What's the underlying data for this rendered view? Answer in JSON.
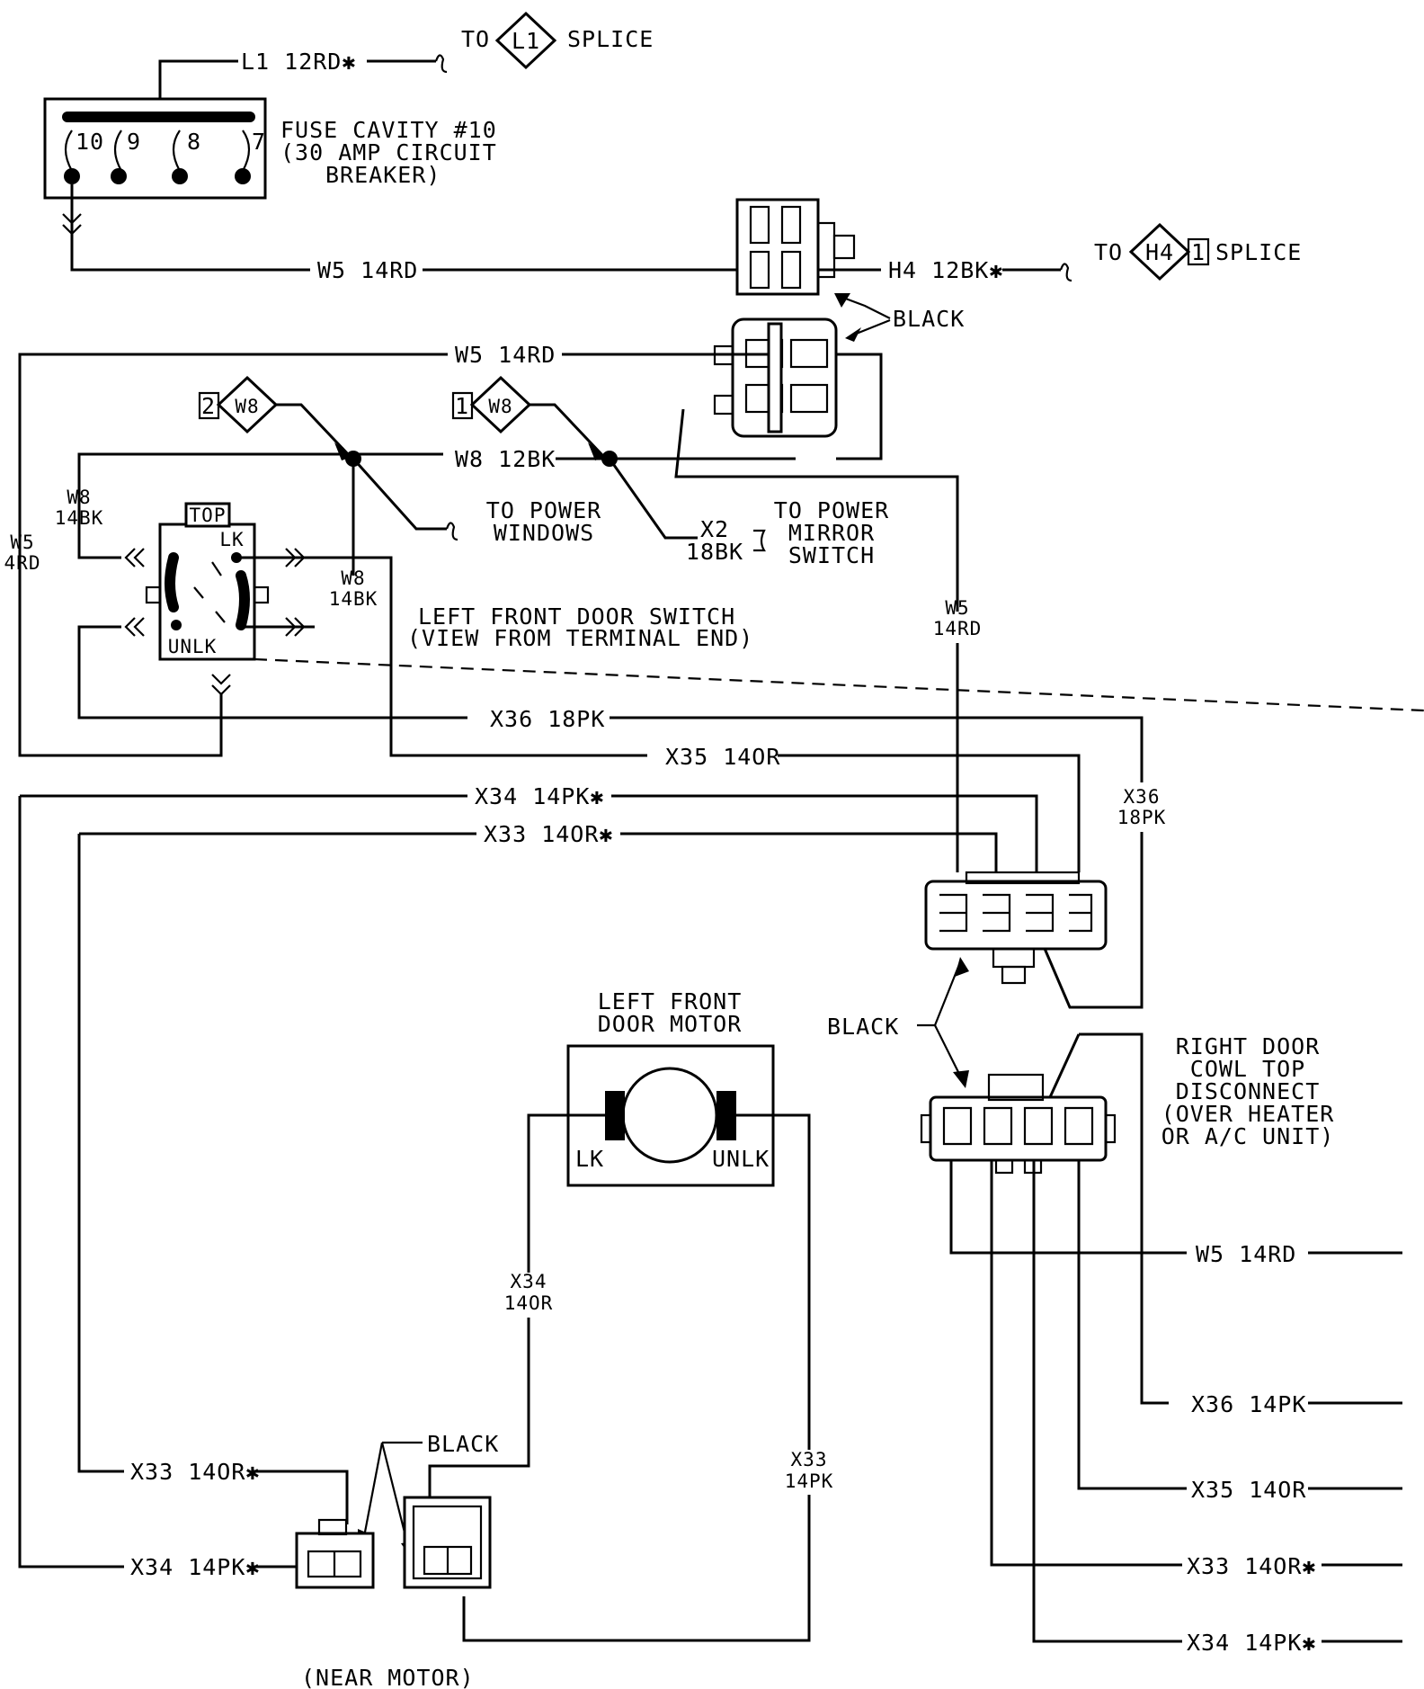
{
  "top": {
    "l1_wire": "L1 12RD✱",
    "l1_to": "TO",
    "l1_badge": "L1",
    "l1_splice": "SPLICE",
    "fuse_line1": "FUSE CAVITY #10",
    "fuse_line2": "(30 AMP CIRCUIT",
    "fuse_line3": "BREAKER)",
    "fuse_10": "10",
    "fuse_9": "9",
    "fuse_8": "8",
    "fuse_7": "7",
    "w5_top": "W5 14RD",
    "h4_wire": "H4 12BK✱",
    "h4_to": "TO",
    "h4_badge": "H4",
    "h4_badge_num": "1",
    "h4_splice": "SPLICE",
    "black_top": "BLACK",
    "w5_second": "W5 14RD"
  },
  "grounds": {
    "g2_num": "2",
    "g2_label": "W8",
    "g1_num": "1",
    "g1_label": "W8",
    "w8_main": "W8 12BK",
    "power_windows_1": "TO POWER",
    "power_windows_2": "WINDOWS",
    "x2_1": "X2",
    "x2_2": "18BK",
    "mirror_1": "TO POWER",
    "mirror_2": "MIRROR",
    "mirror_3": "SWITCH"
  },
  "door_switch": {
    "w8_left_1": "W8",
    "w8_left_2": "14BK",
    "w5_left_1": "W5",
    "w5_left_2": "4RD",
    "top_label": "TOP",
    "lk_label": "LK",
    "unlk_label": "UNLK",
    "w8_right_1": "W8",
    "w8_right_2": "14BK",
    "title_1": "LEFT FRONT DOOR SWITCH",
    "title_2": "(VIEW FROM TERMINAL END)",
    "w5_vert_1": "W5",
    "w5_vert_2": "14RD"
  },
  "harness": {
    "x36": "X36 18PK",
    "x35": "X35 14OR",
    "x34": "X34 14PK✱",
    "x33": "X33 14OR✱",
    "x36_vert_1": "X36",
    "x36_vert_2": "18PK"
  },
  "motor": {
    "title_1": "LEFT FRONT",
    "title_2": "DOOR MOTOR",
    "lk": "LK",
    "unlk": "UNLK",
    "x34_1": "X34",
    "x34_2": "14OR",
    "x33_1": "X33",
    "x33_2": "14PK",
    "black_label": "BLACK",
    "x33_bottom": "X33 14OR✱",
    "x34_bottom": "X34 14PK✱",
    "near_motor": "(NEAR MOTOR)"
  },
  "right": {
    "black_label": "BLACK",
    "title_1": "RIGHT DOOR",
    "title_2": "COWL TOP",
    "title_3": "DISCONNECT",
    "title_4": "(OVER HEATER",
    "title_5": "OR A/C UNIT)",
    "w5": "W5 14RD",
    "x36": "X36 14PK",
    "x35": "X35 14OR",
    "x33": "X33 14OR✱",
    "x34": "X34 14PK✱"
  }
}
